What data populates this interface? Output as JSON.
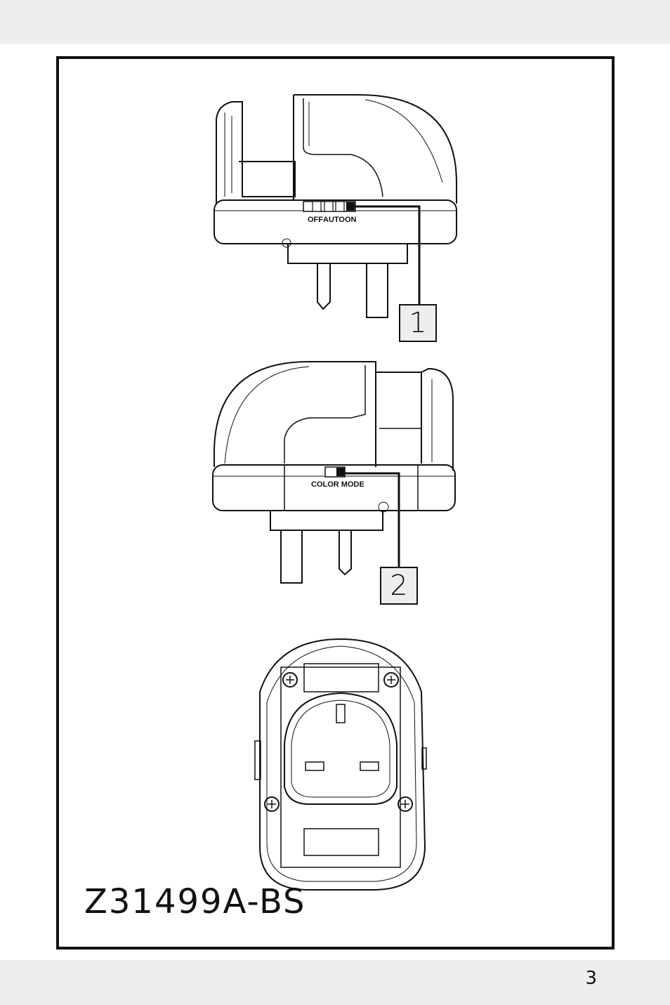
{
  "page": {
    "number": "3"
  },
  "figure1": {
    "switch_labels": [
      "OFF",
      "AUTO",
      "ON"
    ],
    "callout": "1"
  },
  "figure2": {
    "switch_label": "COLOR MODE",
    "callout": "2"
  },
  "model": "Z31499A-BS"
}
